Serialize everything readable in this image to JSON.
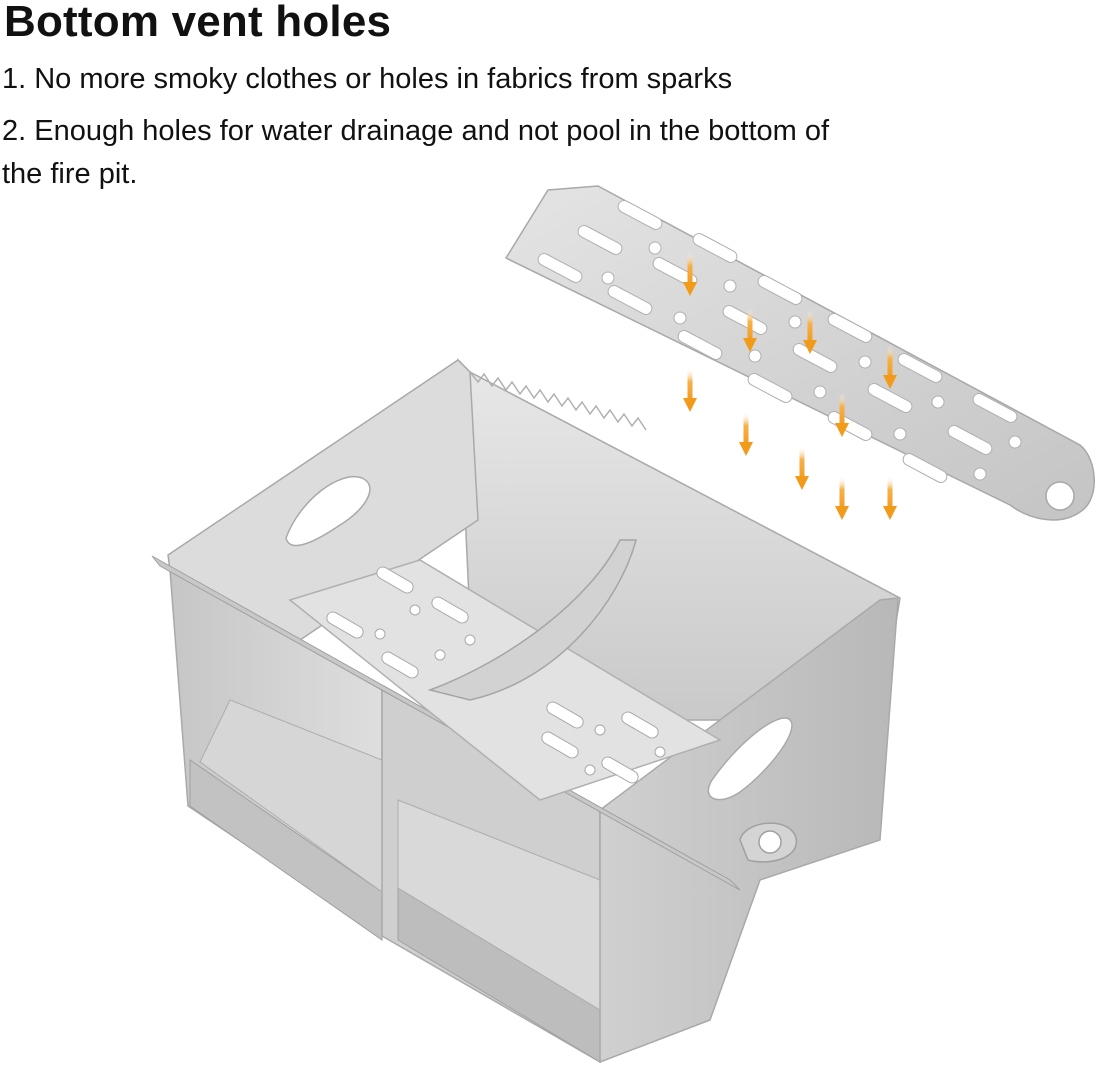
{
  "heading": "Bottom vent holes",
  "points": [
    "1. No more smoky clothes or holes in fabrics from sparks",
    "2. Enough holes for water drainage and not pool in the bottom of the fire pit."
  ],
  "colors": {
    "steel_light": "#d9d9d9",
    "steel_mid": "#bdbdbd",
    "steel_dark": "#9a9a9a",
    "arrow": "#f29a1a"
  }
}
